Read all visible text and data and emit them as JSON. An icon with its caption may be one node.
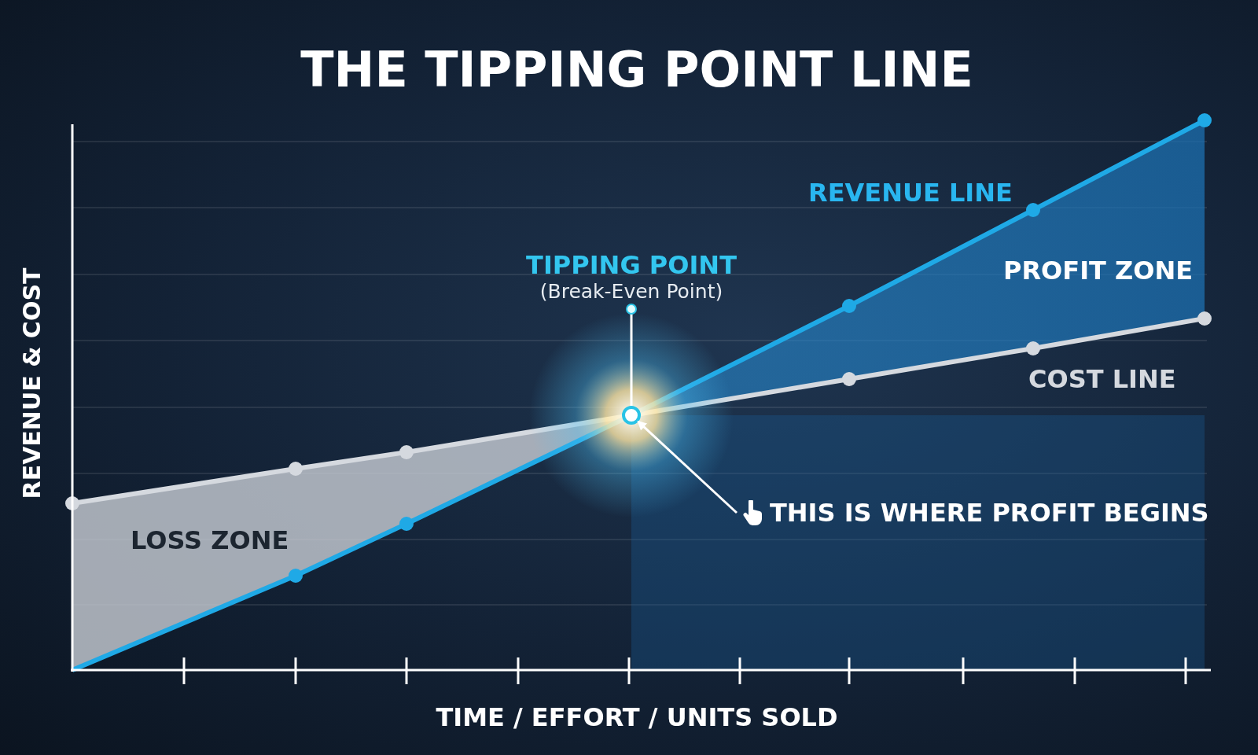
{
  "diagram": {
    "title": "THE TIPPING POINT LINE",
    "nodes": [
      {
        "text": [
          "TIPPING POINT",
          "(Break-Even Point)"
        ]
      },
      {
        "text": [],
        "shape": "circle"
      },
      {
        "text": [
          "THIS IS WHERE PROFIT BEGINS"
        ]
      }
    ],
    "edges": [
      {
        "from": 0,
        "to": 1,
        "arrow": "other"
      },
      {
        "from": 2,
        "to": 1,
        "arrow": "to"
      }
    ],
    "labels": [
      "REVENUE LINE",
      "PROFIT ZONE",
      "COST LINE",
      "LOSS ZONE",
      "REVENUE & COST",
      "TIME / EFFORT / UNITS SOLD"
    ]
  }
}
